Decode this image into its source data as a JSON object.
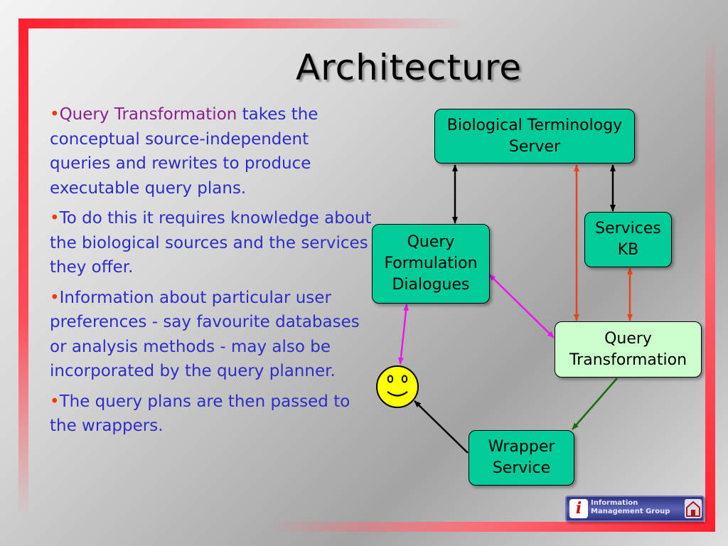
{
  "slide": {
    "title": "Architecture"
  },
  "bullets": [
    {
      "dot": "•",
      "highlight": "Query Transformation",
      "text": " takes the conceptual source-independent queries and rewrites to produce executable query plans."
    },
    {
      "dot": "•",
      "highlight": "",
      "text": "To do this it requires knowledge about the biological sources and the services they offer."
    },
    {
      "dot": "•",
      "highlight": "",
      "text": "Information about particular user preferences - say favourite databases or analysis methods - may also be incorporated by the query planner."
    },
    {
      "dot": "•",
      "highlight": "",
      "text": "The query plans are then passed to the wrappers."
    }
  ],
  "diagram": {
    "nodes": {
      "bio_term_server": "Biological Terminology Server",
      "query_formulation": "Query Formulation Dialogues",
      "services_kb": "Services KB",
      "query_transformation": "Query Transformation",
      "wrapper_service": "Wrapper Service",
      "user": "smiley-face-icon"
    },
    "edges": [
      {
        "from": "bio_term_server",
        "to": "query_formulation",
        "direction": "both",
        "color": "#000000"
      },
      {
        "from": "bio_term_server",
        "to": "services_kb",
        "direction": "both",
        "color": "#000000"
      },
      {
        "from": "bio_term_server",
        "to": "query_transformation",
        "direction": "both",
        "color": "#e8431b"
      },
      {
        "from": "services_kb",
        "to": "query_transformation",
        "direction": "both",
        "color": "#e8431b"
      },
      {
        "from": "query_formulation",
        "to": "query_transformation",
        "direction": "both",
        "color": "#e619e6"
      },
      {
        "from": "query_formulation",
        "to": "user",
        "direction": "both",
        "color": "#e619e6"
      },
      {
        "from": "query_transformation",
        "to": "wrapper_service",
        "direction": "forward",
        "color": "#1b6b12"
      },
      {
        "from": "wrapper_service",
        "to": "user",
        "direction": "forward",
        "color": "#000000"
      }
    ],
    "colors": {
      "node_fill": "#00cc99",
      "highlight_node_fill": "#ccffcc",
      "smiley_fill": "#ffff00"
    }
  },
  "logo": {
    "icon": "info-i-icon",
    "line1": "Information",
    "line2": "Management Group",
    "emblem": "house-emblem-icon"
  },
  "colors": {
    "frame": "#ff1f2e",
    "bullet_text": "#2d2ec8",
    "bullet_dot": "#ff3300",
    "highlight_text": "#8b1f8e"
  }
}
